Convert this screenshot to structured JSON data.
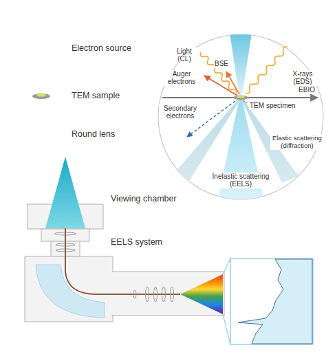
{
  "diagram": {
    "labels": [
      "Electron source",
      "TEM sample",
      "Round lens",
      "Viewing chamber",
      "EELS system",
      "Light (CL)",
      "BSE",
      "Auger electrons",
      "X-rays (EDS)",
      "EBIO",
      "TEM specimen",
      "Secondary electrons",
      "Elastic scattering (diffraction)",
      "Inelastic scattering (EELS)"
    ]
  }
}
